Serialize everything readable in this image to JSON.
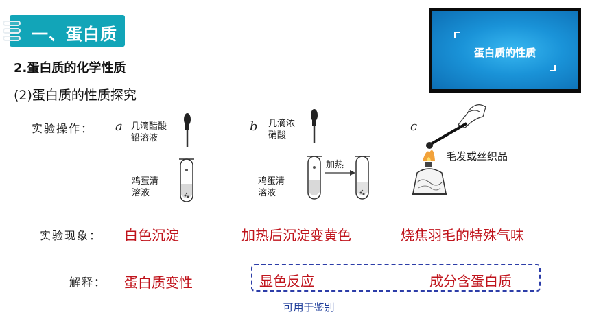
{
  "header": {
    "title": "一、蛋白质"
  },
  "section": {
    "title": "2.蛋白质的化学性质",
    "subtitle": "(2)蛋白质的性质探究"
  },
  "video": {
    "caption": "蛋白质的性质"
  },
  "experiment": {
    "operation_label": "实验操作：",
    "phenomenon_label": "实验现象：",
    "explanation_label": "解释：",
    "a": {
      "letter": "a",
      "reagent_line1": "几滴醋酸",
      "reagent_line2": "铅溶液",
      "sample_line1": "鸡蛋清",
      "sample_line2": "溶液",
      "phenomenon": "白色沉淀",
      "explanation": "蛋白质变性"
    },
    "b": {
      "letter": "b",
      "reagent_line1": "几滴浓",
      "reagent_line2": "硝酸",
      "sample_line1": "鸡蛋清",
      "sample_line2": "溶液",
      "arrow_label": "加热",
      "phenomenon": "加热后沉淀变黄色",
      "explanation_left": "显色反应",
      "explanation_right": "成分含蛋白质"
    },
    "c": {
      "letter": "c",
      "sample": "毛发或丝织品",
      "phenomenon": "烧焦羽毛的特殊气味"
    },
    "note": "可用于鉴别"
  },
  "colors": {
    "accent": "#12a5b8",
    "red": "#c0141c",
    "blue": "#1e3d9a"
  }
}
